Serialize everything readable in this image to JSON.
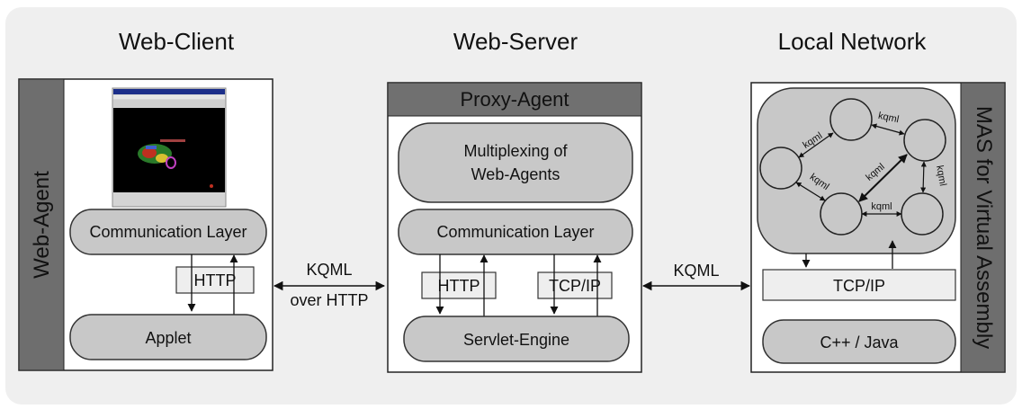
{
  "columns": {
    "client_title": "Web-Client",
    "server_title": "Web-Server",
    "network_title": "Local Network"
  },
  "client": {
    "side_label": "Web-Agent",
    "comm_layer": "Communication Layer",
    "http": "HTTP",
    "applet": "Applet"
  },
  "server": {
    "header": "Proxy-Agent",
    "multiplex_line1": "Multiplexing of",
    "multiplex_line2": "Web-Agents",
    "comm_layer": "Communication Layer",
    "http": "HTTP",
    "tcpip": "TCP/IP",
    "servlet": "Servlet-Engine"
  },
  "links": {
    "client_server_line1": "KQML",
    "client_server_line2": "over HTTP",
    "server_network": "KQML"
  },
  "network": {
    "side_label": "MAS for Virtual Assembly",
    "kqml_edge_label": "kqml",
    "tcpip": "TCP/IP",
    "lang": "C++ / Java"
  },
  "colors": {
    "background_panel": "#efefef",
    "rounded_fill": "#c8c8c8",
    "header_bar": "#707070",
    "side_bar": "#6e6e6e",
    "light_box": "#eeeeee"
  }
}
